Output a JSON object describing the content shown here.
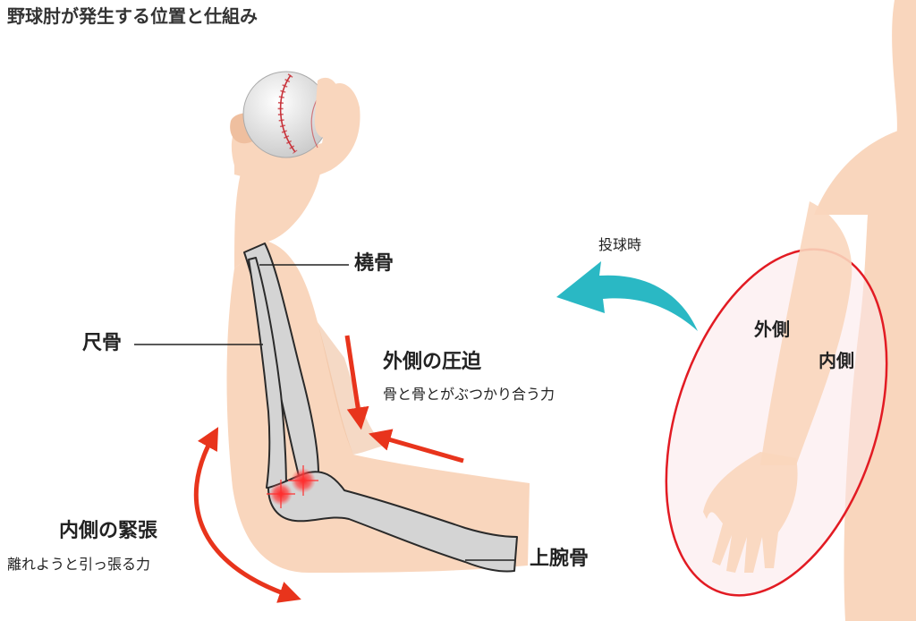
{
  "title": "野球肘が発生する位置と仕組み",
  "labels": {
    "radius": "橈骨",
    "ulna": "尺骨",
    "humerus": "上腕骨",
    "lateral_compression": "外側の圧迫",
    "lateral_compression_desc": "骨と骨とがぶつかり合う力",
    "medial_tension": "内側の緊張",
    "medial_tension_desc": "離れようと引っ張る力",
    "throwing": "投球時",
    "lateral_side": "外側",
    "medial_side": "内側"
  },
  "colors": {
    "skin": "#f9d6bd",
    "skin_shadow": "#efbf9f",
    "bone": "#d4d4d4",
    "arrow_red": "#e8341c",
    "arrow_teal": "#2ab8c4",
    "oval_red": "#e21b23",
    "oval_fill": "#fbe8ea"
  }
}
